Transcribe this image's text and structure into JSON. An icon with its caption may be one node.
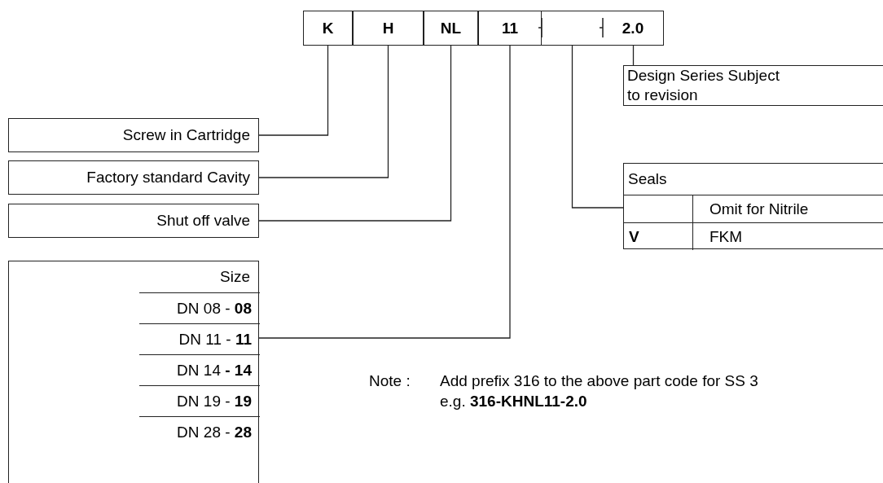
{
  "diagram": {
    "nodes": [
      {
        "text": [
          "K"
        ]
      },
      {
        "text": [
          "H"
        ]
      },
      {
        "text": [
          "NL"
        ]
      },
      {
        "text": [
          "11"
        ]
      },
      {
        "text": [],
        "shape": "box"
      },
      {
        "text": [
          "2.0"
        ]
      },
      {
        "text": [
          "Screw in Cartridge"
        ]
      },
      {
        "text": [
          "Factory standard Cavity"
        ]
      },
      {
        "text": [
          "Shut off valve"
        ]
      },
      {
        "text": [
          "Size"
        ]
      },
      {
        "text": [
          "DN 08 - **08**"
        ],
        "in": 9
      },
      {
        "text": [
          "DN 11 - **11**"
        ],
        "in": 9
      },
      {
        "text": [
          "DN 14 **- 14**"
        ],
        "in": 9
      },
      {
        "text": [
          "DN 19 - **19**"
        ],
        "in": 9
      },
      {
        "text": [
          "DN 28 - **28**"
        ],
        "in": 9
      },
      {
        "text": [
          "Design Series Subject to revision"
        ]
      },
      {
        "text": [
          "Seals"
        ]
      },
      {
        "text": [],
        "shape": "box",
        "in": 16
      },
      {
        "text": [
          "Omit for Nitrile"
        ],
        "in": 16
      },
      {
        "text": [
          "V"
        ],
        "in": 16
      },
      {
        "text": [
          "FKM"
        ],
        "in": 16
      }
    ],
    "edges": [
      {
        "from": 0,
        "to": 6,
        "arrow": "none"
      },
      {
        "from": 1,
        "to": 7,
        "arrow": "none"
      },
      {
        "from": 2,
        "to": 8,
        "arrow": "none"
      },
      {
        "from": 3,
        "to": 11,
        "arrow": "none"
      },
      {
        "from": 4,
        "to": 17,
        "arrow": "none"
      },
      {
        "from": 5,
        "to": 15,
        "arrow": "none"
      }
    ],
    "labels": [
      "Note :",
      "Add prefix 316 to the above part code for SS 3",
      "e.g. **316-KHNL11-2.0**"
    ]
  }
}
